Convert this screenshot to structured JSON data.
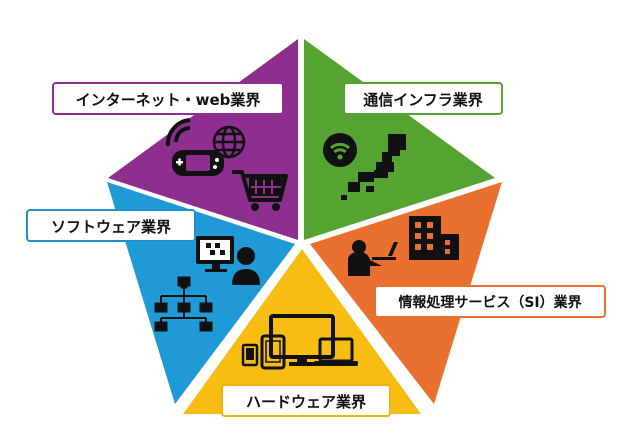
{
  "colors": {
    "internet": "#8e2f8f",
    "telecom": "#55a431",
    "si": "#e9702f",
    "hardware": "#f7bd12",
    "software": "#1f9ad6",
    "icon": "#111111"
  },
  "segments": [
    {
      "key": "internet",
      "label": "インターネット・web業界",
      "icons": [
        "game-controller-icon",
        "wifi-icon",
        "globe-icon",
        "shopping-cart-icon"
      ]
    },
    {
      "key": "telecom",
      "label": "通信インフラ業界",
      "icons": [
        "wifi-icon",
        "map-of-japan-icon"
      ]
    },
    {
      "key": "si",
      "label": "情報処理サービス（SI）業界",
      "icons": [
        "office-building-icon",
        "person-at-laptop-icon"
      ]
    },
    {
      "key": "hardware",
      "label": "ハードウェア業界",
      "icons": [
        "tablet-icon",
        "smartphone-icon",
        "desktop-monitor-icon",
        "laptop-icon"
      ]
    },
    {
      "key": "software",
      "label": "ソフトウェア業界",
      "icons": [
        "person-at-monitor-icon",
        "network-tree-icon"
      ]
    }
  ]
}
